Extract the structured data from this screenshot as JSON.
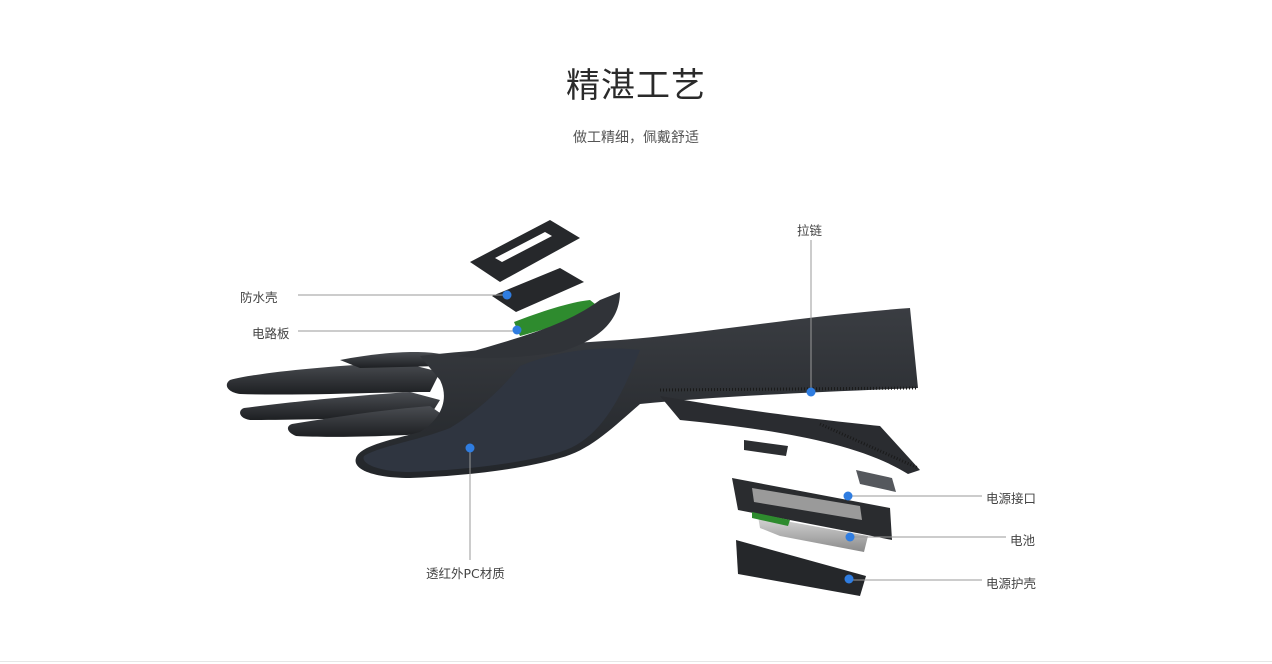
{
  "header": {
    "title": "精湛工艺",
    "subtitle": "做工精细，佩戴舒适"
  },
  "callouts": {
    "waterproof_shell": "防水壳",
    "circuit_board": "电路板",
    "zipper": "拉链",
    "ir_pc_material": "透红外PC材质",
    "power_port": "电源接口",
    "battery": "电池",
    "power_case": "电源护壳"
  },
  "colors": {
    "dot": "#2f7de1",
    "leader_line": "#9a9a9a",
    "glove": "#2b2e33",
    "board": "#2e8b2e"
  }
}
